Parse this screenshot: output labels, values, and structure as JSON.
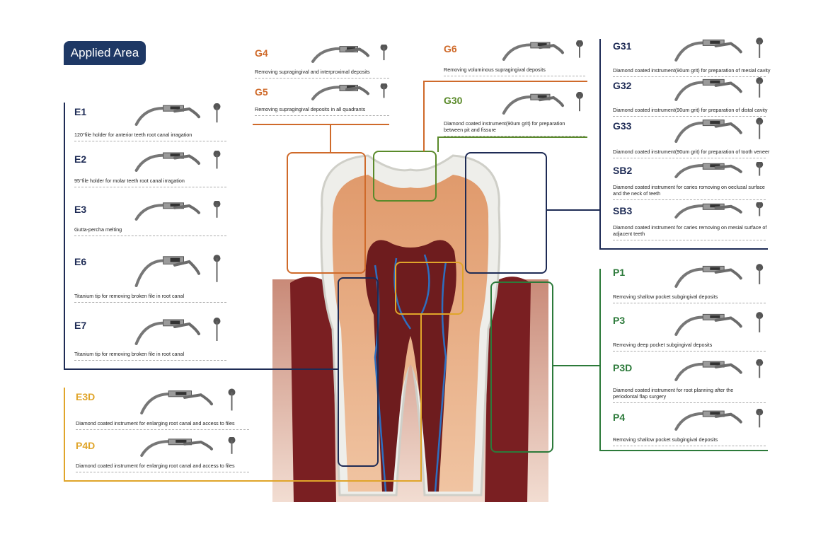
{
  "badge": {
    "label": "Applied Area"
  },
  "colors": {
    "navy": "#1e2b55",
    "orange": "#cf6a2a",
    "green_g30": "#5a8a2a",
    "green_p": "#2c7a3a",
    "gold": "#e0a52a"
  },
  "panels": {
    "endo": {
      "color": "#1e2b55",
      "items": [
        {
          "code": "E1",
          "desc": [
            "120°file holder for anterior teeth root  canal irragation"
          ]
        },
        {
          "code": "E2",
          "desc": [
            "95°file holder for molar teeth root canal irragation"
          ]
        },
        {
          "code": "E3",
          "desc": [
            "Gutta-percha melting"
          ]
        },
        {
          "code": "E6",
          "desc": [
            "Titanium tip for removing broken file in root canal"
          ]
        },
        {
          "code": "E7",
          "desc": [
            "Titanium tip for removing broken file in root canal"
          ]
        }
      ]
    },
    "endo_diamond": {
      "color": "#e0a52a",
      "items": [
        {
          "code": "E3D",
          "desc": [
            "Diamond coated instrument for enlarging root canal and access to files"
          ]
        },
        {
          "code": "P4D",
          "desc": [
            "Diamond coated instrument for enlarging root canal and access to files"
          ]
        }
      ]
    },
    "scaling": {
      "color": "#cf6a2a",
      "items": [
        {
          "code": "G4",
          "desc": [
            "Removing supragingival and interproximal deposits"
          ]
        },
        {
          "code": "G5",
          "desc": [
            "Removing supragingival deposits in all quadrants"
          ]
        }
      ]
    },
    "scaling2": {
      "color": "#cf6a2a",
      "items": [
        {
          "code": "G6",
          "desc": [
            "Removing voluminous supragingival deposits"
          ]
        }
      ]
    },
    "fissure": {
      "color": "#5a8a2a",
      "items": [
        {
          "code": "G30",
          "desc": [
            "Diamond coated instrument(90um grit) for preparation",
            "between pit and fissure"
          ]
        }
      ]
    },
    "cavity": {
      "color": "#1e2b55",
      "items": [
        {
          "code": "G31",
          "desc": [
            "Diamond coated instrument(90um grit) for preparation of mesial cavity"
          ]
        },
        {
          "code": "G32",
          "desc": [
            "Diamond coated instrument(90um grit) for preparation of distal cavity"
          ]
        },
        {
          "code": "G33",
          "desc": [
            "Diamond coated instrument(90um grit) for preparation of tooth veneer"
          ]
        },
        {
          "code": "SB2",
          "desc": [
            "Diamond coated instrument for caries romoving on oeclusal surface",
            "and the neck of teeth"
          ]
        },
        {
          "code": "SB3",
          "desc": [
            "Diamond coated instrument for caries removing on mesial surface of",
            "adjacent teeth"
          ]
        }
      ]
    },
    "perio": {
      "color": "#2c7a3a",
      "items": [
        {
          "code": "P1",
          "desc": [
            "Removing shallow pocket subgingival deposits"
          ]
        },
        {
          "code": "P3",
          "desc": [
            "Removing deep pocket subgingival deposits"
          ]
        },
        {
          "code": "P3D",
          "desc": [
            "Diamond coated instrument for root planning after the",
            "periodontal flap surgery"
          ]
        },
        {
          "code": "P4",
          "desc": [
            "Removing shallow pocket subgingival deposits"
          ]
        }
      ]
    }
  }
}
